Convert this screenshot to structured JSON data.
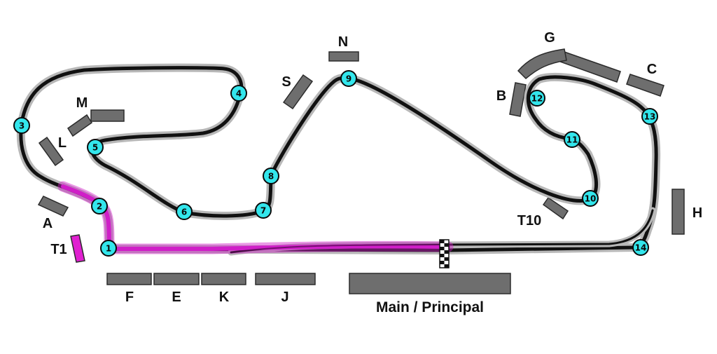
{
  "map": {
    "colors": {
      "track": "#111111",
      "track_halo": "#b8b8b8",
      "highlight": "#d01ec8",
      "turn_marker": "#33e6ec",
      "stand": "#6e6e6e",
      "stand_highlight": "#e020d0",
      "background": "#ffffff"
    },
    "start_finish_icon": "checkered-flag-icon",
    "turns": [
      "1",
      "2",
      "3",
      "4",
      "5",
      "6",
      "7",
      "8",
      "9",
      "10",
      "11",
      "12",
      "13",
      "14"
    ],
    "stands": {
      "A": "A",
      "B": "B",
      "C": "C",
      "E": "E",
      "F": "F",
      "G": "G",
      "H": "H",
      "J": "J",
      "K": "K",
      "L": "L",
      "M": "M",
      "N": "N",
      "S": "S",
      "T1": "T1",
      "T10": "T10",
      "main": "Main / Principal"
    },
    "highlighted_stand": "T1",
    "highlighted_section": "main straight through turns 1 and 2"
  }
}
